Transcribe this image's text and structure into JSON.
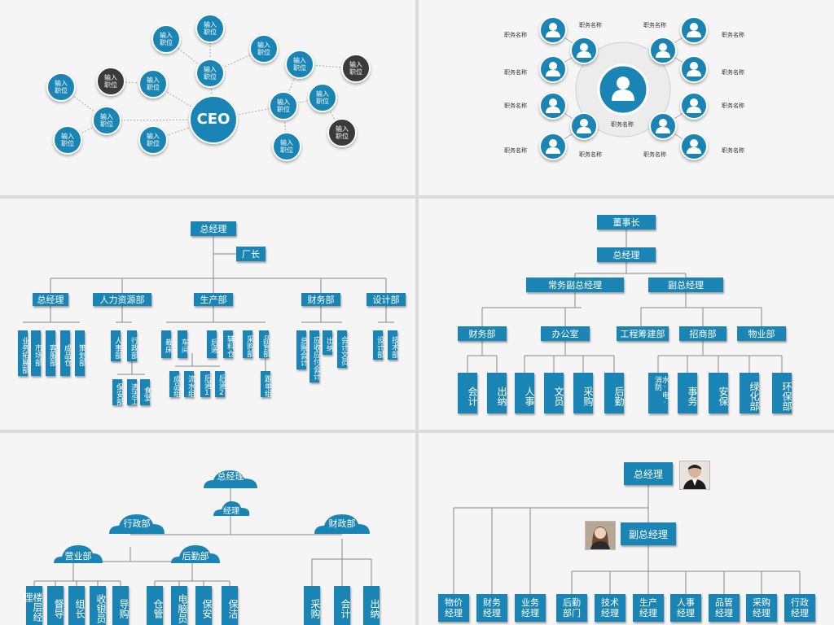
{
  "colors": {
    "accent": "#1a85b4",
    "dark": "#3a3a3a",
    "line": "#888888"
  },
  "p1": {
    "ceo": "CEO",
    "node": "输入\n职位"
  },
  "p2": {
    "title": "职务名称"
  },
  "p3": {
    "top": "总经理",
    "factory": "厂长",
    "depts": [
      "总经理",
      "人力资源部",
      "生产部",
      "财务部",
      "设计部"
    ],
    "d1": [
      "业务拓展部",
      "市场部",
      "客服部",
      "成品仓",
      "策划部"
    ],
    "d2": [
      "人事部",
      "行政部",
      "保安部",
      "清洁工",
      "食堂"
    ],
    "d3": [
      "裁床",
      "车间",
      "后道",
      "辅料仓",
      "采购部",
      "品管部"
    ],
    "d3b": [
      "成品组",
      "流水组",
      "后道1",
      "后道2",
      "跟单组"
    ],
    "d4": [
      "总账会计",
      "应收应付会计",
      "出纳",
      "会计文员"
    ],
    "d5": [
      "设计部",
      "技术部"
    ]
  },
  "p4": {
    "chair": "董事长",
    "gm": "总经理",
    "vp1": "常务副总经理",
    "vp2": "副总经理",
    "depts": [
      "财务部",
      "办公室",
      "工程筹建部",
      "招商部",
      "物业部"
    ],
    "leaves": [
      "会计",
      "出纳",
      "人事",
      "文员",
      "采购",
      "后勤",
      "水·电·消防",
      "事务",
      "安保",
      "绿化部",
      "环保部"
    ]
  },
  "p5": {
    "top": "总经理",
    "mgr": "经理",
    "admin": "行政部",
    "fin": "财政部",
    "sales": "营业部",
    "logi": "后勤部",
    "leaves1": [
      "楼层经理",
      "督导",
      "组长",
      "收银员",
      "导购"
    ],
    "leaves2": [
      "仓管",
      "电脑员",
      "保安",
      "保洁"
    ],
    "leaves3": [
      "采购",
      "会计",
      "出纳"
    ]
  },
  "p6": {
    "top": "总经理",
    "vp": "副总经理",
    "leaves": [
      "物价\n经理",
      "财务\n经理",
      "业务\n经理",
      "后勤\n部门",
      "技术\n经理",
      "生产\n经理",
      "人事\n经理",
      "品管\n经理",
      "采购\n经理",
      "行政\n经理"
    ]
  }
}
